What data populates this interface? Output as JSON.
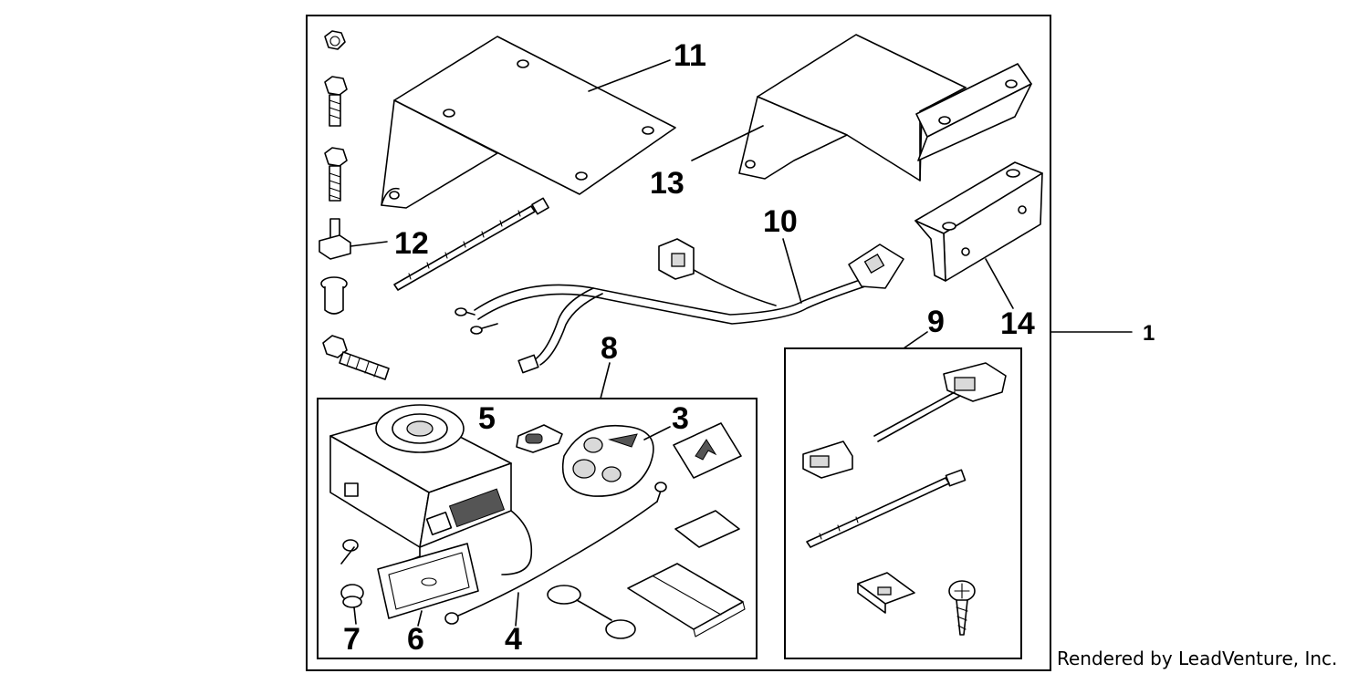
{
  "callouts": {
    "c1": "1",
    "c3": "3",
    "c4": "4",
    "c5": "5",
    "c6": "6",
    "c7": "7",
    "c8": "8",
    "c9": "9",
    "c10": "10",
    "c11": "11",
    "c12": "12",
    "c13": "13",
    "c14": "14"
  },
  "credit": "Rendered by LeadVenture, Inc."
}
